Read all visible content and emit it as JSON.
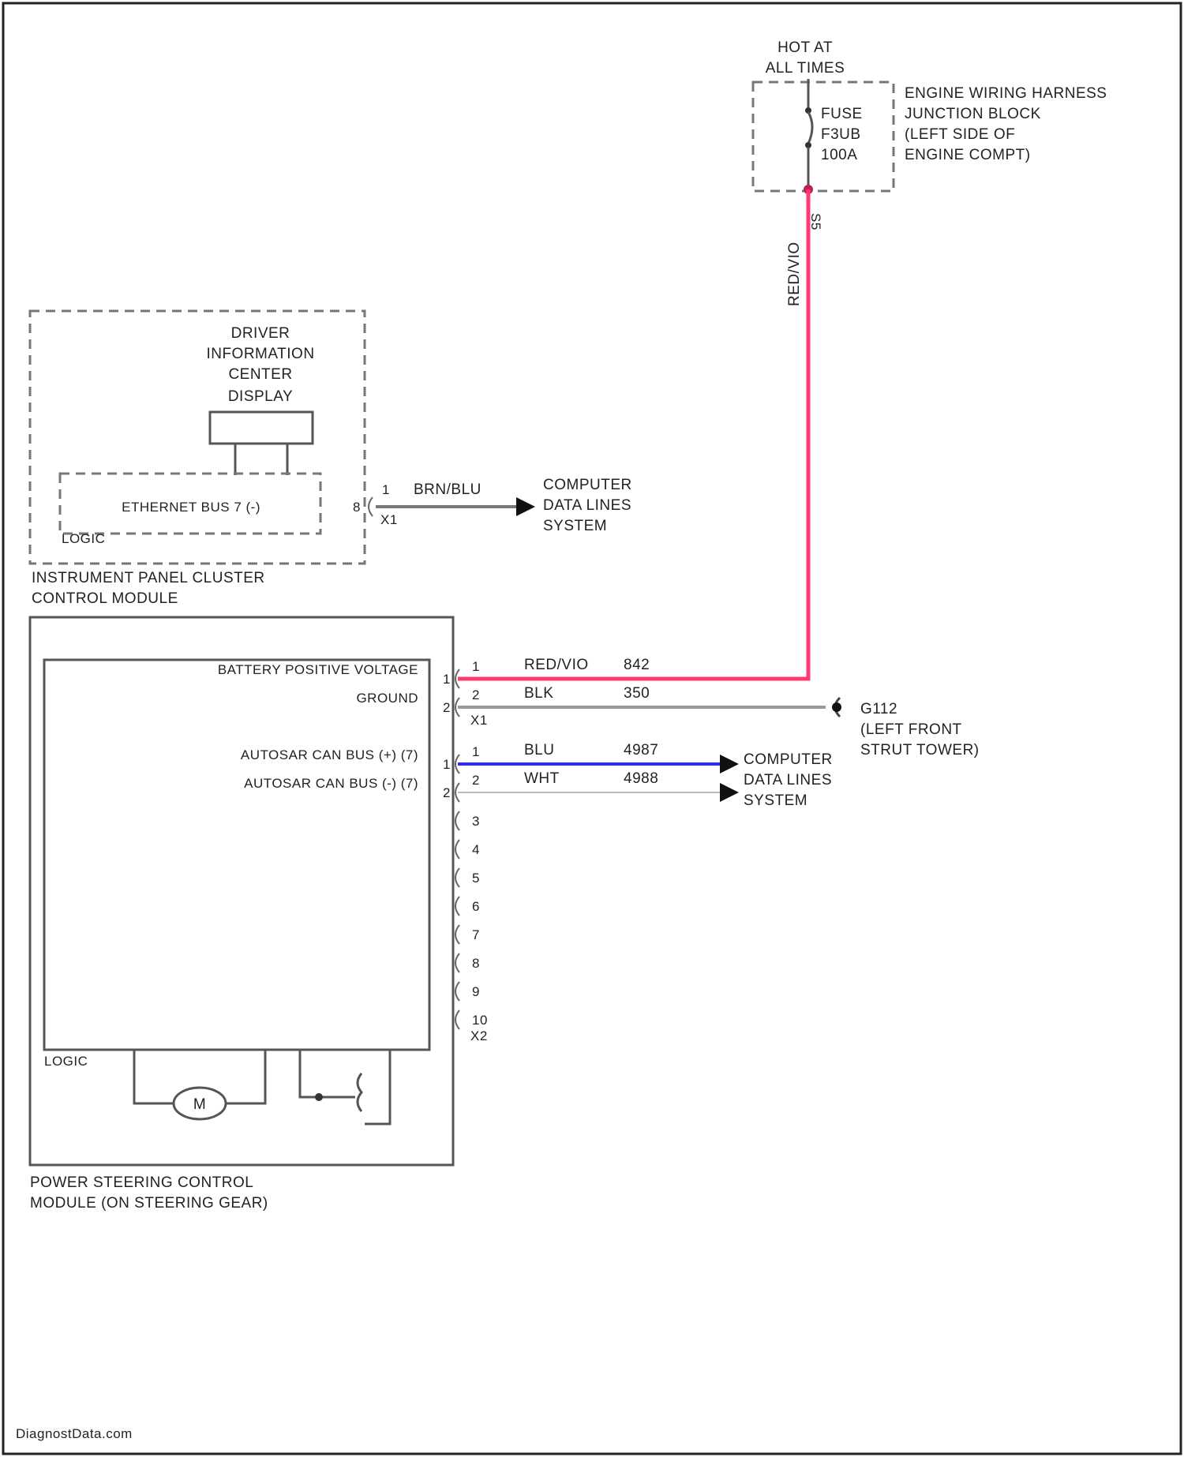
{
  "colors": {
    "power_wire": "#ff3a72",
    "can_high_wire": "#2e2ee8",
    "ground_wire": "#999999",
    "outline": "#222222"
  },
  "fuse_block": {
    "hot_label_line1": "HOT AT",
    "hot_label_line2": "ALL TIMES",
    "fuse_line1": "FUSE",
    "fuse_line2": "F3UB",
    "fuse_line3": "100A",
    "name_line1": "ENGINE WIRING HARNESS",
    "name_line2": "JUNCTION BLOCK",
    "name_line3": "(LEFT SIDE OF",
    "name_line4": "ENGINE COMPT)",
    "pin": "S5",
    "wire_color": "RED/VIO"
  },
  "ipc_module": {
    "display_line1": "DRIVER",
    "display_line2": "INFORMATION",
    "display_line3": "CENTER",
    "display_line4": "DISPLAY",
    "bus_label": "ETHERNET BUS 7 (-)",
    "bus_pin": "8",
    "logic_label": "LOGIC",
    "name_line1": "INSTRUMENT PANEL CLUSTER",
    "name_line2": "CONTROL MODULE",
    "connector_pin": "1",
    "connector_id": "X1",
    "wire_color": "BRN/BLU",
    "dest_line1": "COMPUTER",
    "dest_line2": "DATA LINES",
    "dest_line3": "SYSTEM"
  },
  "pscm": {
    "name_line1": "POWER STEERING CONTROL",
    "name_line2": "MODULE (ON STEERING GEAR)",
    "logic_label": "LOGIC",
    "motor_label": "M",
    "x1_label": "X1",
    "x2_label": "X2",
    "circuits": [
      {
        "label": "BATTERY POSITIVE VOLTAGE",
        "pin_num": "1",
        "inner_pin": "1",
        "color": "RED/VIO",
        "circuit": "842"
      },
      {
        "label": "GROUND",
        "pin_num": "2",
        "inner_pin": "2",
        "color": "BLK",
        "circuit": "350"
      },
      {
        "label": "AUTOSAR CAN BUS (+) (7)",
        "pin_num": "1",
        "inner_pin": "1",
        "color": "BLU",
        "circuit": "4987"
      },
      {
        "label": "AUTOSAR CAN BUS (-) (7)",
        "pin_num": "2",
        "inner_pin": "2",
        "color": "WHT",
        "circuit": "4988"
      }
    ],
    "x2_spare_pins": [
      "3",
      "4",
      "5",
      "6",
      "7",
      "8",
      "9",
      "10"
    ]
  },
  "ground": {
    "id": "G112",
    "line1": "(LEFT FRONT",
    "line2": "STRUT TOWER)"
  },
  "can_dest": {
    "line1": "COMPUTER",
    "line2": "DATA LINES",
    "line3": "SYSTEM"
  },
  "watermark": "DiagnostData.com"
}
